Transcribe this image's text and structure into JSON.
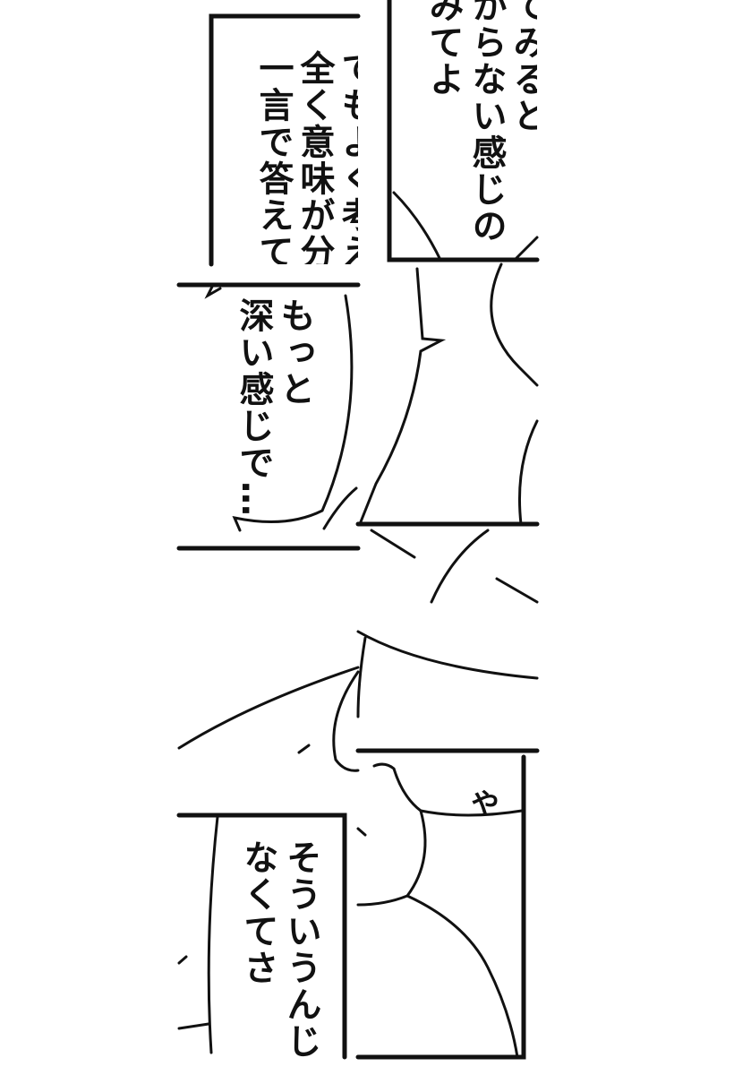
{
  "panels": {
    "top_left": {
      "lines": [
        "てもよく考えて",
        "全く意味が分か",
        "一言で答えてみ"
      ]
    },
    "top_right": {
      "lines": [
        "てみると",
        "からない感じの",
        "みてよ"
      ]
    },
    "middle_left": {
      "lines": [
        "もっと",
        "深い感じで…"
      ]
    },
    "bottom_right": {
      "lines": [
        "や"
      ]
    },
    "bottom_left": {
      "lines": [
        "そういうんじ",
        "なくてさ"
      ]
    }
  },
  "colors": {
    "ink": "#111111",
    "paper": "#ffffff"
  }
}
